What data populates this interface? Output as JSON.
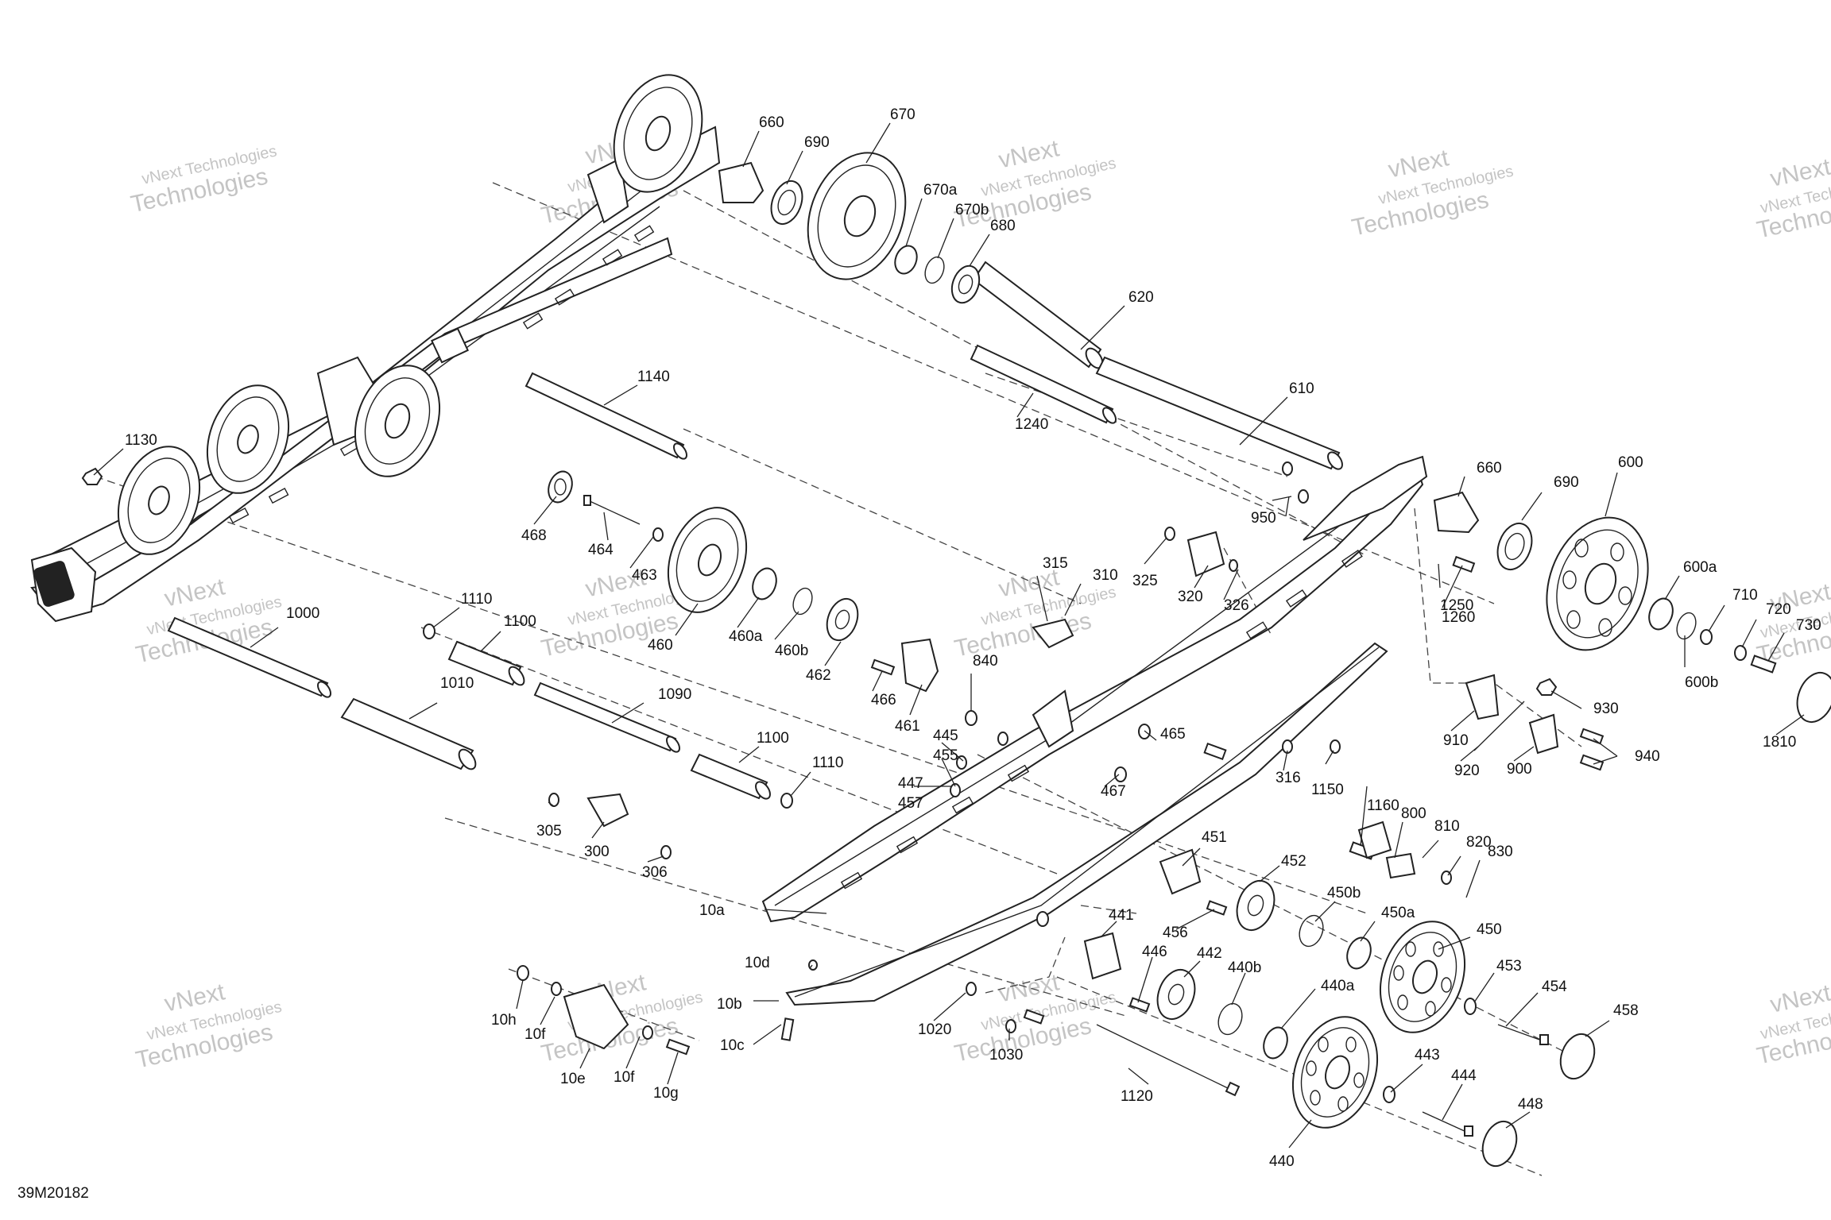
{
  "drawing_id": "39M20182",
  "watermark": {
    "line1": "vNext Technologies",
    "line2": "vNext",
    "line3": "Technologies"
  },
  "labels": [
    {
      "id": "660",
      "text": "660"
    },
    {
      "id": "670",
      "text": "670"
    },
    {
      "id": "690",
      "text": "690"
    },
    {
      "id": "670a",
      "text": "670a"
    },
    {
      "id": "670b",
      "text": "670b"
    },
    {
      "id": "680",
      "text": "680"
    },
    {
      "id": "620",
      "text": "620"
    },
    {
      "id": "1140",
      "text": "1140"
    },
    {
      "id": "1240",
      "text": "1240"
    },
    {
      "id": "610",
      "text": "610"
    },
    {
      "id": "1130",
      "text": "1130"
    },
    {
      "id": "468",
      "text": "468"
    },
    {
      "id": "464",
      "text": "464"
    },
    {
      "id": "463",
      "text": "463"
    },
    {
      "id": "460",
      "text": "460"
    },
    {
      "id": "460a",
      "text": "460a"
    },
    {
      "id": "460b",
      "text": "460b"
    },
    {
      "id": "462",
      "text": "462"
    },
    {
      "id": "466",
      "text": "466"
    },
    {
      "id": "461",
      "text": "461"
    },
    {
      "id": "315",
      "text": "315"
    },
    {
      "id": "310",
      "text": "310"
    },
    {
      "id": "325",
      "text": "325"
    },
    {
      "id": "320",
      "text": "320"
    },
    {
      "id": "326",
      "text": "326"
    },
    {
      "id": "950",
      "text": "950"
    },
    {
      "id": "660b",
      "text": "660"
    },
    {
      "id": "690b",
      "text": "690"
    },
    {
      "id": "600",
      "text": "600"
    },
    {
      "id": "600a",
      "text": "600a"
    },
    {
      "id": "600b",
      "text": "600b"
    },
    {
      "id": "710",
      "text": "710"
    },
    {
      "id": "720",
      "text": "720"
    },
    {
      "id": "730",
      "text": "730"
    },
    {
      "id": "1250",
      "text": "1250"
    },
    {
      "id": "1260",
      "text": "1260"
    },
    {
      "id": "930",
      "text": "930"
    },
    {
      "id": "910",
      "text": "910"
    },
    {
      "id": "920",
      "text": "920"
    },
    {
      "id": "900",
      "text": "900"
    },
    {
      "id": "940",
      "text": "940"
    },
    {
      "id": "1810",
      "text": "1810"
    },
    {
      "id": "1110",
      "text": "1110"
    },
    {
      "id": "1100",
      "text": "1100"
    },
    {
      "id": "1000",
      "text": "1000"
    },
    {
      "id": "1010",
      "text": "1010"
    },
    {
      "id": "1090",
      "text": "1090"
    },
    {
      "id": "1100b",
      "text": "1100"
    },
    {
      "id": "1110b",
      "text": "1110"
    },
    {
      "id": "840",
      "text": "840"
    },
    {
      "id": "445",
      "text": "445"
    },
    {
      "id": "455",
      "text": "455"
    },
    {
      "id": "447",
      "text": "447"
    },
    {
      "id": "457",
      "text": "457"
    },
    {
      "id": "465",
      "text": "465"
    },
    {
      "id": "467",
      "text": "467"
    },
    {
      "id": "316",
      "text": "316"
    },
    {
      "id": "1150",
      "text": "1150"
    },
    {
      "id": "1160",
      "text": "1160"
    },
    {
      "id": "305",
      "text": "305"
    },
    {
      "id": "300",
      "text": "300"
    },
    {
      "id": "306",
      "text": "306"
    },
    {
      "id": "800",
      "text": "800"
    },
    {
      "id": "810",
      "text": "810"
    },
    {
      "id": "820",
      "text": "820"
    },
    {
      "id": "830",
      "text": "830"
    },
    {
      "id": "451",
      "text": "451"
    },
    {
      "id": "452",
      "text": "452"
    },
    {
      "id": "450b",
      "text": "450b"
    },
    {
      "id": "450a",
      "text": "450a"
    },
    {
      "id": "450",
      "text": "450"
    },
    {
      "id": "10a",
      "text": "10a"
    },
    {
      "id": "456",
      "text": "456"
    },
    {
      "id": "441",
      "text": "441"
    },
    {
      "id": "446",
      "text": "446"
    },
    {
      "id": "442",
      "text": "442"
    },
    {
      "id": "440b",
      "text": "440b"
    },
    {
      "id": "440a",
      "text": "440a"
    },
    {
      "id": "453",
      "text": "453"
    },
    {
      "id": "454",
      "text": "454"
    },
    {
      "id": "458",
      "text": "458"
    },
    {
      "id": "10d",
      "text": "10d"
    },
    {
      "id": "10b",
      "text": "10b"
    },
    {
      "id": "10c",
      "text": "10c"
    },
    {
      "id": "1020",
      "text": "1020"
    },
    {
      "id": "1030",
      "text": "1030"
    },
    {
      "id": "1120",
      "text": "1120"
    },
    {
      "id": "443",
      "text": "443"
    },
    {
      "id": "444",
      "text": "444"
    },
    {
      "id": "448",
      "text": "448"
    },
    {
      "id": "440",
      "text": "440"
    },
    {
      "id": "10h",
      "text": "10h"
    },
    {
      "id": "10f",
      "text": "10f"
    },
    {
      "id": "10e",
      "text": "10e"
    },
    {
      "id": "10f2",
      "text": "10f"
    },
    {
      "id": "10g",
      "text": "10g"
    }
  ]
}
